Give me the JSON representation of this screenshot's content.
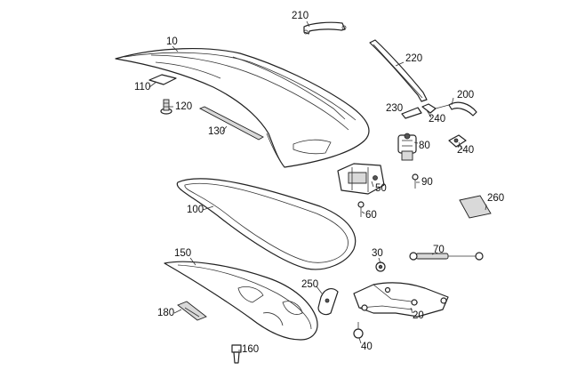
{
  "callouts": {
    "c10": "10",
    "c20": "20",
    "c30": "30",
    "c40": "40",
    "c50": "50",
    "c60": "60",
    "c70": "70",
    "c80": "80",
    "c90": "90",
    "c100": "100",
    "c110": "110",
    "c120": "120",
    "c130": "130",
    "c150": "150",
    "c160": "160",
    "c180": "180",
    "c200": "200",
    "c210": "210",
    "c220": "220",
    "c230": "230",
    "c240a": "240",
    "c240b": "240",
    "c250": "250",
    "c260": "260"
  },
  "colors": {
    "line": "#222222",
    "background": "#ffffff",
    "shade": "#d9d9d9"
  }
}
